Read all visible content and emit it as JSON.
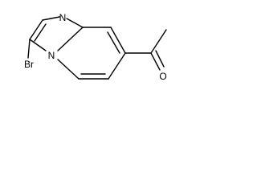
{
  "atoms": {
    "n_imine": "N",
    "n_bridge": "N",
    "bromine": "Br",
    "oxygen": "O"
  }
}
